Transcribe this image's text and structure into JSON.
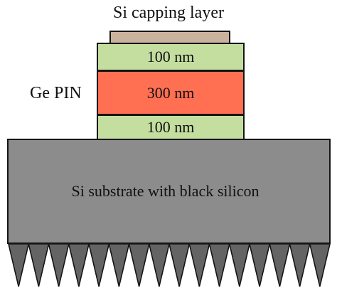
{
  "diagram": {
    "capping_label": "Si capping layer",
    "ge_pin_label": "Ge PIN",
    "layers": {
      "top": "100 nm",
      "middle": "300 nm",
      "bottom": "100 nm"
    },
    "substrate_label": "Si substrate with black silicon",
    "colors": {
      "capping": "#cbb29e",
      "doped_layers": "#c4dea0",
      "intrinsic_layer": "#ff6f52",
      "substrate": "#8c8c8c",
      "spikes": "#646464",
      "outline": "#151515"
    }
  }
}
